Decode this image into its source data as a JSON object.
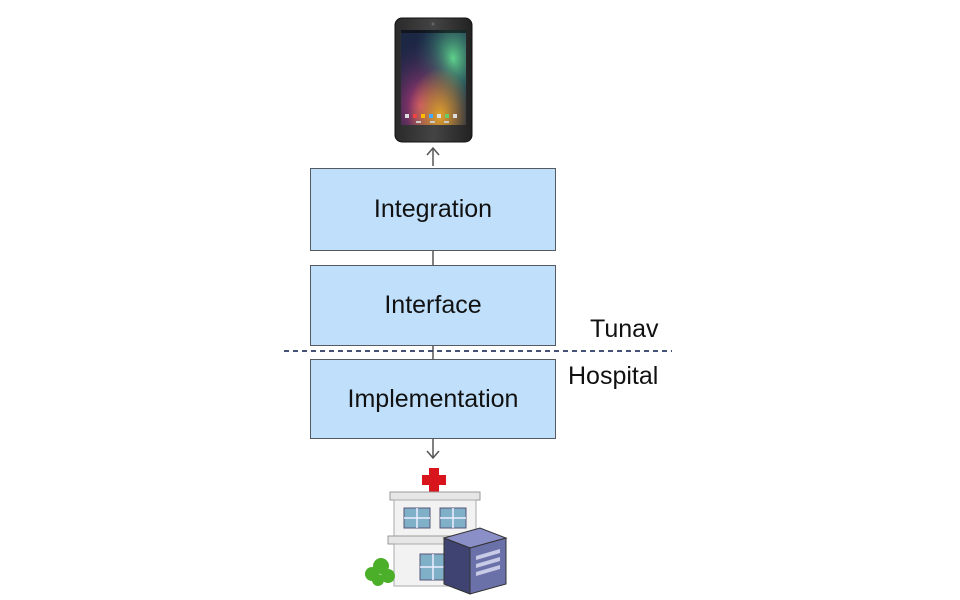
{
  "layers": [
    {
      "key": "integration",
      "label": "Integration"
    },
    {
      "key": "interface",
      "label": "Interface"
    },
    {
      "key": "implementation",
      "label": "Implementation"
    }
  ],
  "boundary": {
    "upper_label": "Tunav",
    "lower_label": "Hospital",
    "line_color": "#2b3a63"
  },
  "colors": {
    "box_fill": "#bfdffb",
    "box_border": "#555a60",
    "connector": "#555555",
    "cross": "#d8141c",
    "shrub": "#4caf2a",
    "server": "#5a5f9a"
  },
  "icons": {
    "top": "tablet-icon",
    "bottom": "hospital-server-icon"
  }
}
